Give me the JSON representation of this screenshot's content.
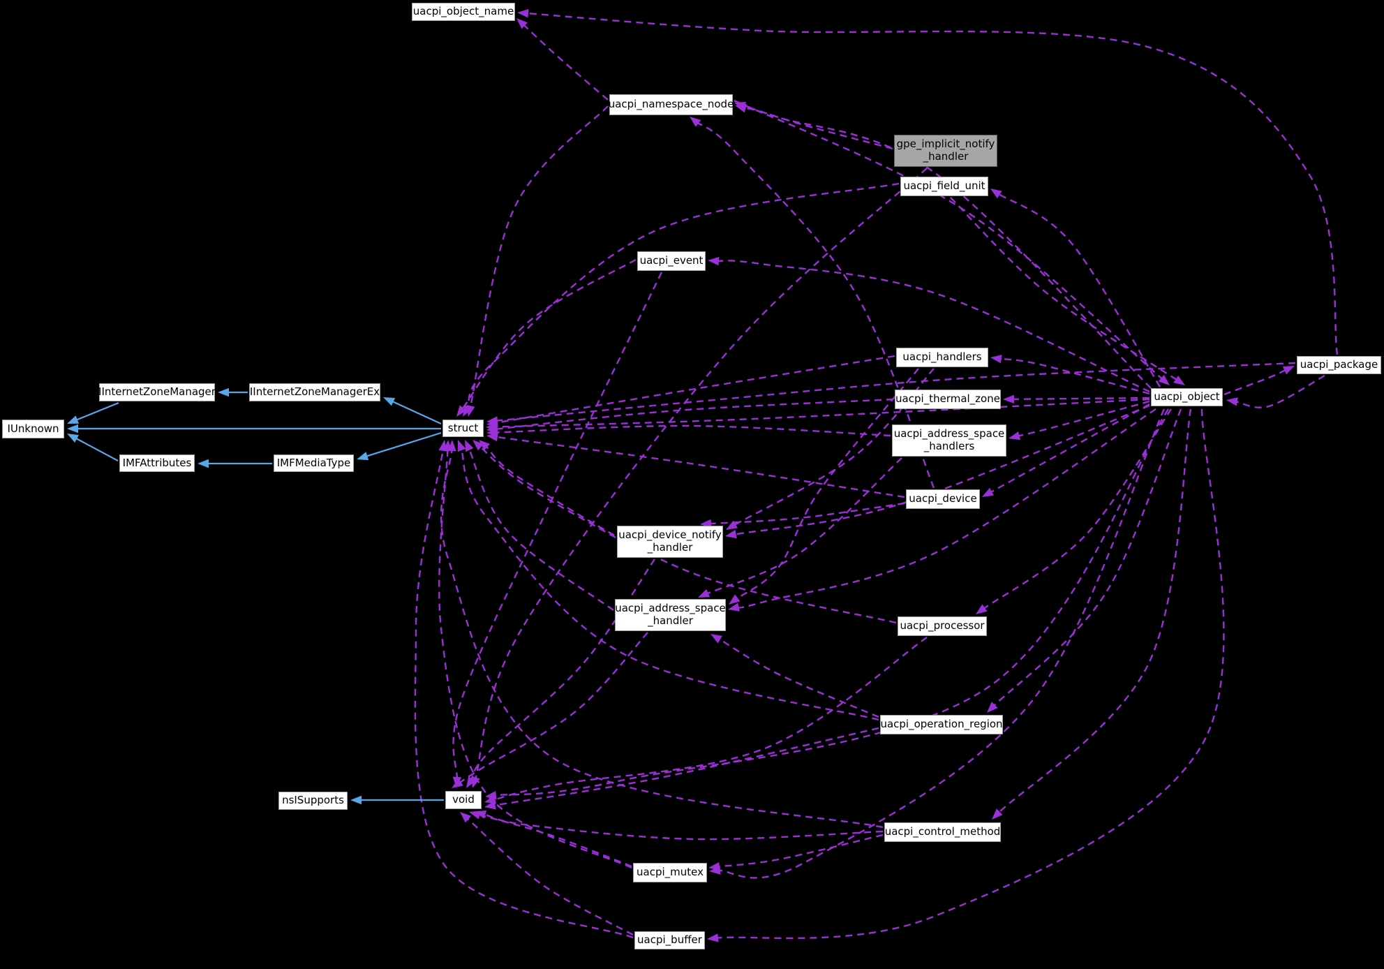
{
  "diagram": {
    "title": "collaboration graph",
    "colors": {
      "background": "#000000",
      "edge_uses": "#9c30d8",
      "edge_inherits": "#5aa7e8",
      "node_fill": "#ffffff",
      "node_border": "#9d9d9d",
      "node_gray_fill": "#a6a6a6",
      "node_gray_border": "#5f5f5f",
      "text": "#000000"
    },
    "nodes": [
      {
        "id": "uacpi_object_name",
        "label": "uacpi_object_name",
        "variant": "white"
      },
      {
        "id": "uacpi_namespace_node",
        "label": "uacpi_namespace_node",
        "variant": "white"
      },
      {
        "id": "gpe_implicit_notify_handler",
        "label": "gpe_implicit_notify\n_handler",
        "variant": "gray"
      },
      {
        "id": "uacpi_field_unit",
        "label": "uacpi_field_unit",
        "variant": "white"
      },
      {
        "id": "uacpi_event",
        "label": "uacpi_event",
        "variant": "white"
      },
      {
        "id": "uacpi_handlers",
        "label": "uacpi_handlers",
        "variant": "white"
      },
      {
        "id": "uacpi_package",
        "label": "uacpi_package",
        "variant": "white"
      },
      {
        "id": "uacpi_thermal_zone",
        "label": "uacpi_thermal_zone",
        "variant": "white"
      },
      {
        "id": "uacpi_object",
        "label": "uacpi_object",
        "variant": "white"
      },
      {
        "id": "uacpi_address_space_handlers",
        "label": "uacpi_address_space\n_handlers",
        "variant": "white"
      },
      {
        "id": "IInternetZoneManager",
        "label": "IInternetZoneManager",
        "variant": "white"
      },
      {
        "id": "IInternetZoneManagerEx",
        "label": "IInternetZoneManagerEx",
        "variant": "white"
      },
      {
        "id": "IUnknown",
        "label": "IUnknown",
        "variant": "white"
      },
      {
        "id": "struct",
        "label": "struct",
        "variant": "white"
      },
      {
        "id": "IMFAttributes",
        "label": "IMFAttributes",
        "variant": "white"
      },
      {
        "id": "IMFMediaType",
        "label": "IMFMediaType",
        "variant": "white"
      },
      {
        "id": "uacpi_device",
        "label": "uacpi_device",
        "variant": "white"
      },
      {
        "id": "uacpi_device_notify_handler",
        "label": "uacpi_device_notify\n_handler",
        "variant": "white"
      },
      {
        "id": "uacpi_address_space_handler",
        "label": "uacpi_address_space\n_handler",
        "variant": "white"
      },
      {
        "id": "uacpi_processor",
        "label": "uacpi_processor",
        "variant": "white"
      },
      {
        "id": "uacpi_operation_region",
        "label": "uacpi_operation_region",
        "variant": "white"
      },
      {
        "id": "nsISupports",
        "label": "nsISupports",
        "variant": "white"
      },
      {
        "id": "void",
        "label": "void",
        "variant": "white"
      },
      {
        "id": "uacpi_control_method",
        "label": "uacpi_control_method",
        "variant": "white"
      },
      {
        "id": "uacpi_mutex",
        "label": "uacpi_mutex",
        "variant": "white"
      },
      {
        "id": "uacpi_buffer",
        "label": "uacpi_buffer",
        "variant": "white"
      }
    ],
    "edges": [
      {
        "from": "uacpi_object",
        "to": "uacpi_handlers",
        "type": "uses"
      },
      {
        "from": "uacpi_object",
        "to": "uacpi_thermal_zone",
        "type": "uses"
      },
      {
        "from": "uacpi_object",
        "to": "uacpi_address_space_handlers",
        "type": "uses"
      },
      {
        "from": "uacpi_object",
        "to": "uacpi_device",
        "type": "uses"
      },
      {
        "from": "uacpi_object",
        "to": "uacpi_processor",
        "type": "uses"
      },
      {
        "from": "uacpi_object",
        "to": "uacpi_operation_region",
        "type": "uses"
      },
      {
        "from": "uacpi_object",
        "to": "uacpi_control_method",
        "type": "uses"
      },
      {
        "from": "uacpi_object",
        "to": "uacpi_mutex",
        "type": "uses"
      },
      {
        "from": "uacpi_object",
        "to": "uacpi_buffer",
        "type": "uses"
      },
      {
        "from": "uacpi_object",
        "to": "uacpi_event",
        "type": "uses"
      },
      {
        "from": "uacpi_object",
        "to": "uacpi_namespace_node",
        "type": "uses"
      },
      {
        "from": "uacpi_object",
        "to": "uacpi_field_unit",
        "type": "uses"
      },
      {
        "from": "uacpi_object",
        "to": "uacpi_package",
        "type": "uses"
      },
      {
        "from": "uacpi_object",
        "to": "struct",
        "type": "uses"
      },
      {
        "from": "uacpi_object",
        "to": "uacpi_device_notify_handler",
        "type": "uses"
      },
      {
        "from": "uacpi_object",
        "to": "uacpi_address_space_handler",
        "type": "uses"
      },
      {
        "from": "uacpi_object",
        "to": "void",
        "type": "uses"
      },
      {
        "from": "uacpi_package",
        "to": "uacpi_object_name",
        "type": "uses"
      },
      {
        "from": "uacpi_package",
        "to": "uacpi_object",
        "type": "uses"
      },
      {
        "from": "uacpi_package",
        "to": "struct",
        "type": "uses"
      },
      {
        "from": "uacpi_namespace_node",
        "to": "uacpi_object",
        "type": "uses"
      },
      {
        "from": "uacpi_field_unit",
        "to": "uacpi_object",
        "type": "uses"
      },
      {
        "from": "uacpi_namespace_node",
        "to": "struct",
        "type": "uses"
      },
      {
        "from": "uacpi_namespace_node",
        "to": "uacpi_object_name",
        "type": "uses"
      },
      {
        "from": "gpe_implicit_notify_handler",
        "to": "uacpi_namespace_node",
        "type": "uses"
      },
      {
        "from": "gpe_implicit_notify_handler",
        "to": "void",
        "type": "uses"
      },
      {
        "from": "uacpi_field_unit",
        "to": "struct",
        "type": "uses"
      },
      {
        "from": "uacpi_event",
        "to": "struct",
        "type": "uses"
      },
      {
        "from": "uacpi_event",
        "to": "void",
        "type": "uses"
      },
      {
        "from": "uacpi_handlers",
        "to": "struct",
        "type": "uses"
      },
      {
        "from": "uacpi_handlers",
        "to": "uacpi_device_notify_handler",
        "type": "uses"
      },
      {
        "from": "uacpi_handlers",
        "to": "uacpi_address_space_handler",
        "type": "uses"
      },
      {
        "from": "uacpi_thermal_zone",
        "to": "struct",
        "type": "uses"
      },
      {
        "from": "uacpi_address_space_handlers",
        "to": "struct",
        "type": "uses"
      },
      {
        "from": "uacpi_address_space_handlers",
        "to": "uacpi_address_space_handler",
        "type": "uses"
      },
      {
        "from": "uacpi_device",
        "to": "struct",
        "type": "uses"
      },
      {
        "from": "uacpi_device",
        "to": "uacpi_device_notify_handler",
        "type": "uses"
      },
      {
        "from": "uacpi_device",
        "to": "uacpi_namespace_node",
        "type": "uses"
      },
      {
        "from": "uacpi_device_notify_handler",
        "to": "struct",
        "type": "uses"
      },
      {
        "from": "uacpi_device_notify_handler",
        "to": "void",
        "type": "uses"
      },
      {
        "from": "uacpi_address_space_handler",
        "to": "struct",
        "type": "uses"
      },
      {
        "from": "uacpi_address_space_handler",
        "to": "void",
        "type": "uses"
      },
      {
        "from": "uacpi_processor",
        "to": "struct",
        "type": "uses"
      },
      {
        "from": "uacpi_processor",
        "to": "void",
        "type": "uses"
      },
      {
        "from": "uacpi_operation_region",
        "to": "struct",
        "type": "uses"
      },
      {
        "from": "uacpi_operation_region",
        "to": "uacpi_address_space_handler",
        "type": "uses"
      },
      {
        "from": "uacpi_operation_region",
        "to": "void",
        "type": "uses"
      },
      {
        "from": "uacpi_control_method",
        "to": "struct",
        "type": "uses"
      },
      {
        "from": "uacpi_control_method",
        "to": "uacpi_mutex",
        "type": "uses"
      },
      {
        "from": "uacpi_control_method",
        "to": "void",
        "type": "uses"
      },
      {
        "from": "uacpi_mutex",
        "to": "struct",
        "type": "uses"
      },
      {
        "from": "uacpi_mutex",
        "to": "void",
        "type": "uses"
      },
      {
        "from": "uacpi_buffer",
        "to": "struct",
        "type": "uses"
      },
      {
        "from": "uacpi_buffer",
        "to": "void",
        "type": "uses"
      },
      {
        "from": "IInternetZoneManagerEx",
        "to": "IInternetZoneManager",
        "type": "inherits"
      },
      {
        "from": "IInternetZoneManager",
        "to": "IUnknown",
        "type": "inherits"
      },
      {
        "from": "struct",
        "to": "IUnknown",
        "type": "inherits"
      },
      {
        "from": "struct",
        "to": "IInternetZoneManagerEx",
        "type": "inherits"
      },
      {
        "from": "struct",
        "to": "IMFMediaType",
        "type": "inherits"
      },
      {
        "from": "IMFMediaType",
        "to": "IMFAttributes",
        "type": "inherits"
      },
      {
        "from": "IMFAttributes",
        "to": "IUnknown",
        "type": "inherits"
      },
      {
        "from": "void",
        "to": "nsISupports",
        "type": "inherits"
      }
    ]
  }
}
